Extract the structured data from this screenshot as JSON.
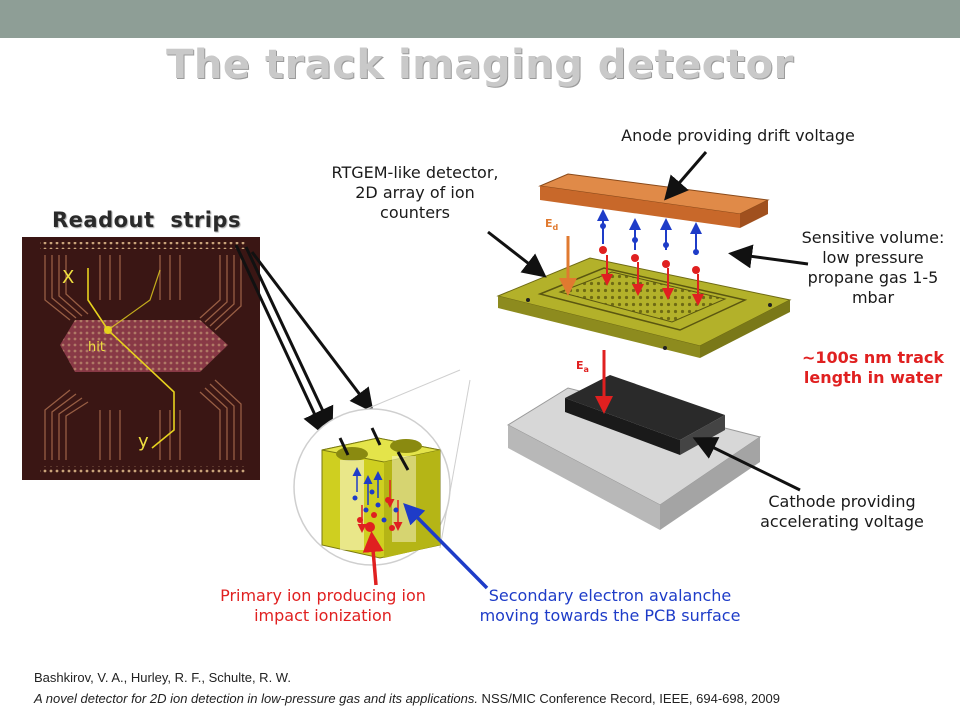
{
  "title": "The track imaging detector",
  "labels": {
    "anode": "Anode providing  drift voltage",
    "rtgem": "RTGEM-like detector, 2D array of ion counters",
    "sensitive": "Sensitive volume: low pressure propane gas 1-5 mbar",
    "track": "~100s nm track length in water",
    "cathode": "Cathode providing accelerating voltage",
    "primary": "Primary ion producing ion impact ionization",
    "secondary": "Secondary electron avalanche moving towards the PCB surface",
    "readout": "Readout  strips",
    "x_axis": "X",
    "y_axis": "y",
    "hit": "hit",
    "ed": "E",
    "ed_sub": "d",
    "ea": "E",
    "ea_sub": "a"
  },
  "reference": {
    "authors": "Bashkirov, V. A., Hurley, R. F., Schulte, R. W.",
    "title": "A novel detector for 2D ion detection in low-pressure gas and its applications.",
    "source": " NSS/MIC Conference  Record, IEEE, 694-698, 2009"
  },
  "colors": {
    "topbar": "#8e9e96",
    "anode": "#d87a3a",
    "pcb": "#a8a626",
    "cathode_base": "#c8c8c8",
    "cathode_block": "#2a2a2a",
    "ion_red": "#e02020",
    "electron_blue": "#1e3cc8",
    "hole_yellow": "#d4d42a",
    "strips_bg": "#3a1614"
  }
}
